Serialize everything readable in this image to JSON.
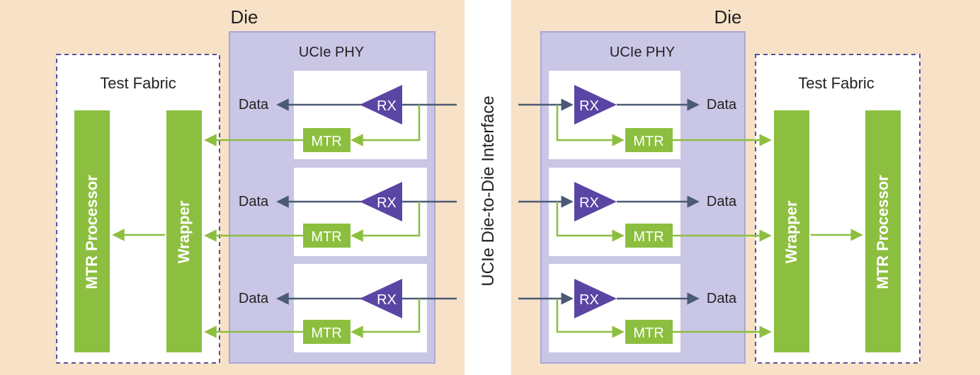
{
  "diagram": {
    "interface_label": "UCIe Die-to-Die Interface",
    "left_die": {
      "title": "Die",
      "phy_title": "UCIe PHY",
      "fabric_title": "Test Fabric",
      "processor_label": "MTR Processor",
      "wrapper_label": "Wrapper",
      "lanes": [
        {
          "data_label": "Data",
          "rx_label": "RX",
          "mtr_label": "MTR"
        },
        {
          "data_label": "Data",
          "rx_label": "RX",
          "mtr_label": "MTR"
        },
        {
          "data_label": "Data",
          "rx_label": "RX",
          "mtr_label": "MTR"
        }
      ]
    },
    "right_die": {
      "title": "Die",
      "phy_title": "UCIe PHY",
      "fabric_title": "Test Fabric",
      "processor_label": "MTR Processor",
      "wrapper_label": "Wrapper",
      "lanes": [
        {
          "data_label": "Data",
          "rx_label": "RX",
          "mtr_label": "MTR"
        },
        {
          "data_label": "Data",
          "rx_label": "RX",
          "mtr_label": "MTR"
        },
        {
          "data_label": "Data",
          "rx_label": "RX",
          "mtr_label": "MTR"
        }
      ]
    },
    "colors": {
      "die_bg": "#f7e2c7",
      "phy_bg": "#c9c6e6",
      "phy_border": "#aaa6d6",
      "fabric_border": "#5b4f9e",
      "green": "#8cbf3f",
      "purple": "#5b45a4",
      "data_line": "#4b5a75"
    }
  }
}
